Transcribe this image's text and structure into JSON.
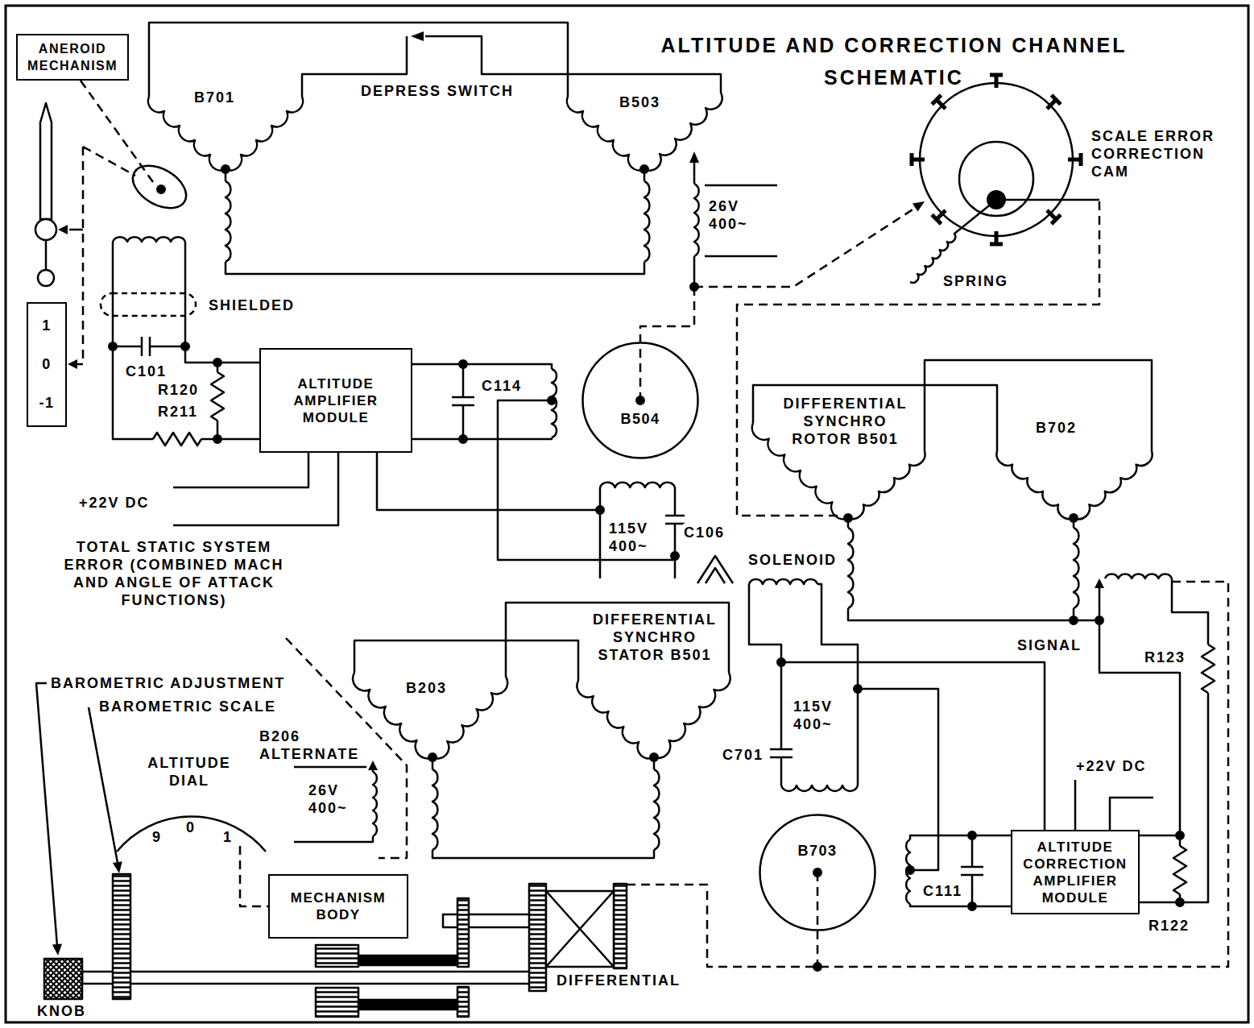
{
  "diagram": {
    "title": "ALTITUDE AND CORRECTION CHANNEL SCHEMATIC",
    "nodes": [
      {
        "text": [
          "ANEROID MECHANISM"
        ]
      },
      {
        "text": [
          "1",
          "0",
          "-1"
        ]
      },
      {
        "text": [
          "ALTITUDE AMPLIFIER MODULE"
        ]
      },
      {
        "text": [
          "B504"
        ]
      },
      {
        "text": [
          "B703"
        ]
      },
      {
        "text": [
          "MECHANISM BODY"
        ]
      },
      {
        "text": [
          "ALTITUDE CORRECTION AMPLIFIER MODULE"
        ]
      }
    ],
    "labels": [
      "B701",
      "DEPRESS SWITCH",
      "B503",
      "26V 400~",
      "SCALE ERROR CORRECTION CAM",
      "SPRING",
      "SHIELDED",
      "C101",
      "R120",
      "R211",
      "C114",
      "+22V DC",
      "115V 400~",
      "C106",
      "TOTAL STATIC SYSTEM ERROR (COMBINED MACH AND ANGLE OF ATTACK FUNCTIONS)",
      "DIFFERENTIAL SYNCHRO ROTOR B501",
      "B702",
      "SOLENOID",
      "SIGNAL",
      "R123",
      "DIFFERENTIAL SYNCHRO STATOR B501",
      "B203",
      "BAROMETRIC ADJUSTMENT",
      "BAROMETRIC SCALE",
      "ALTITUDE DIAL",
      "B206 ALTERNATE",
      "26V 400~",
      "9",
      "0",
      "1",
      "115V 400~",
      "C701",
      "+22V DC",
      "C111",
      "R122",
      "DIFFERENTIAL",
      "KNOB"
    ]
  }
}
